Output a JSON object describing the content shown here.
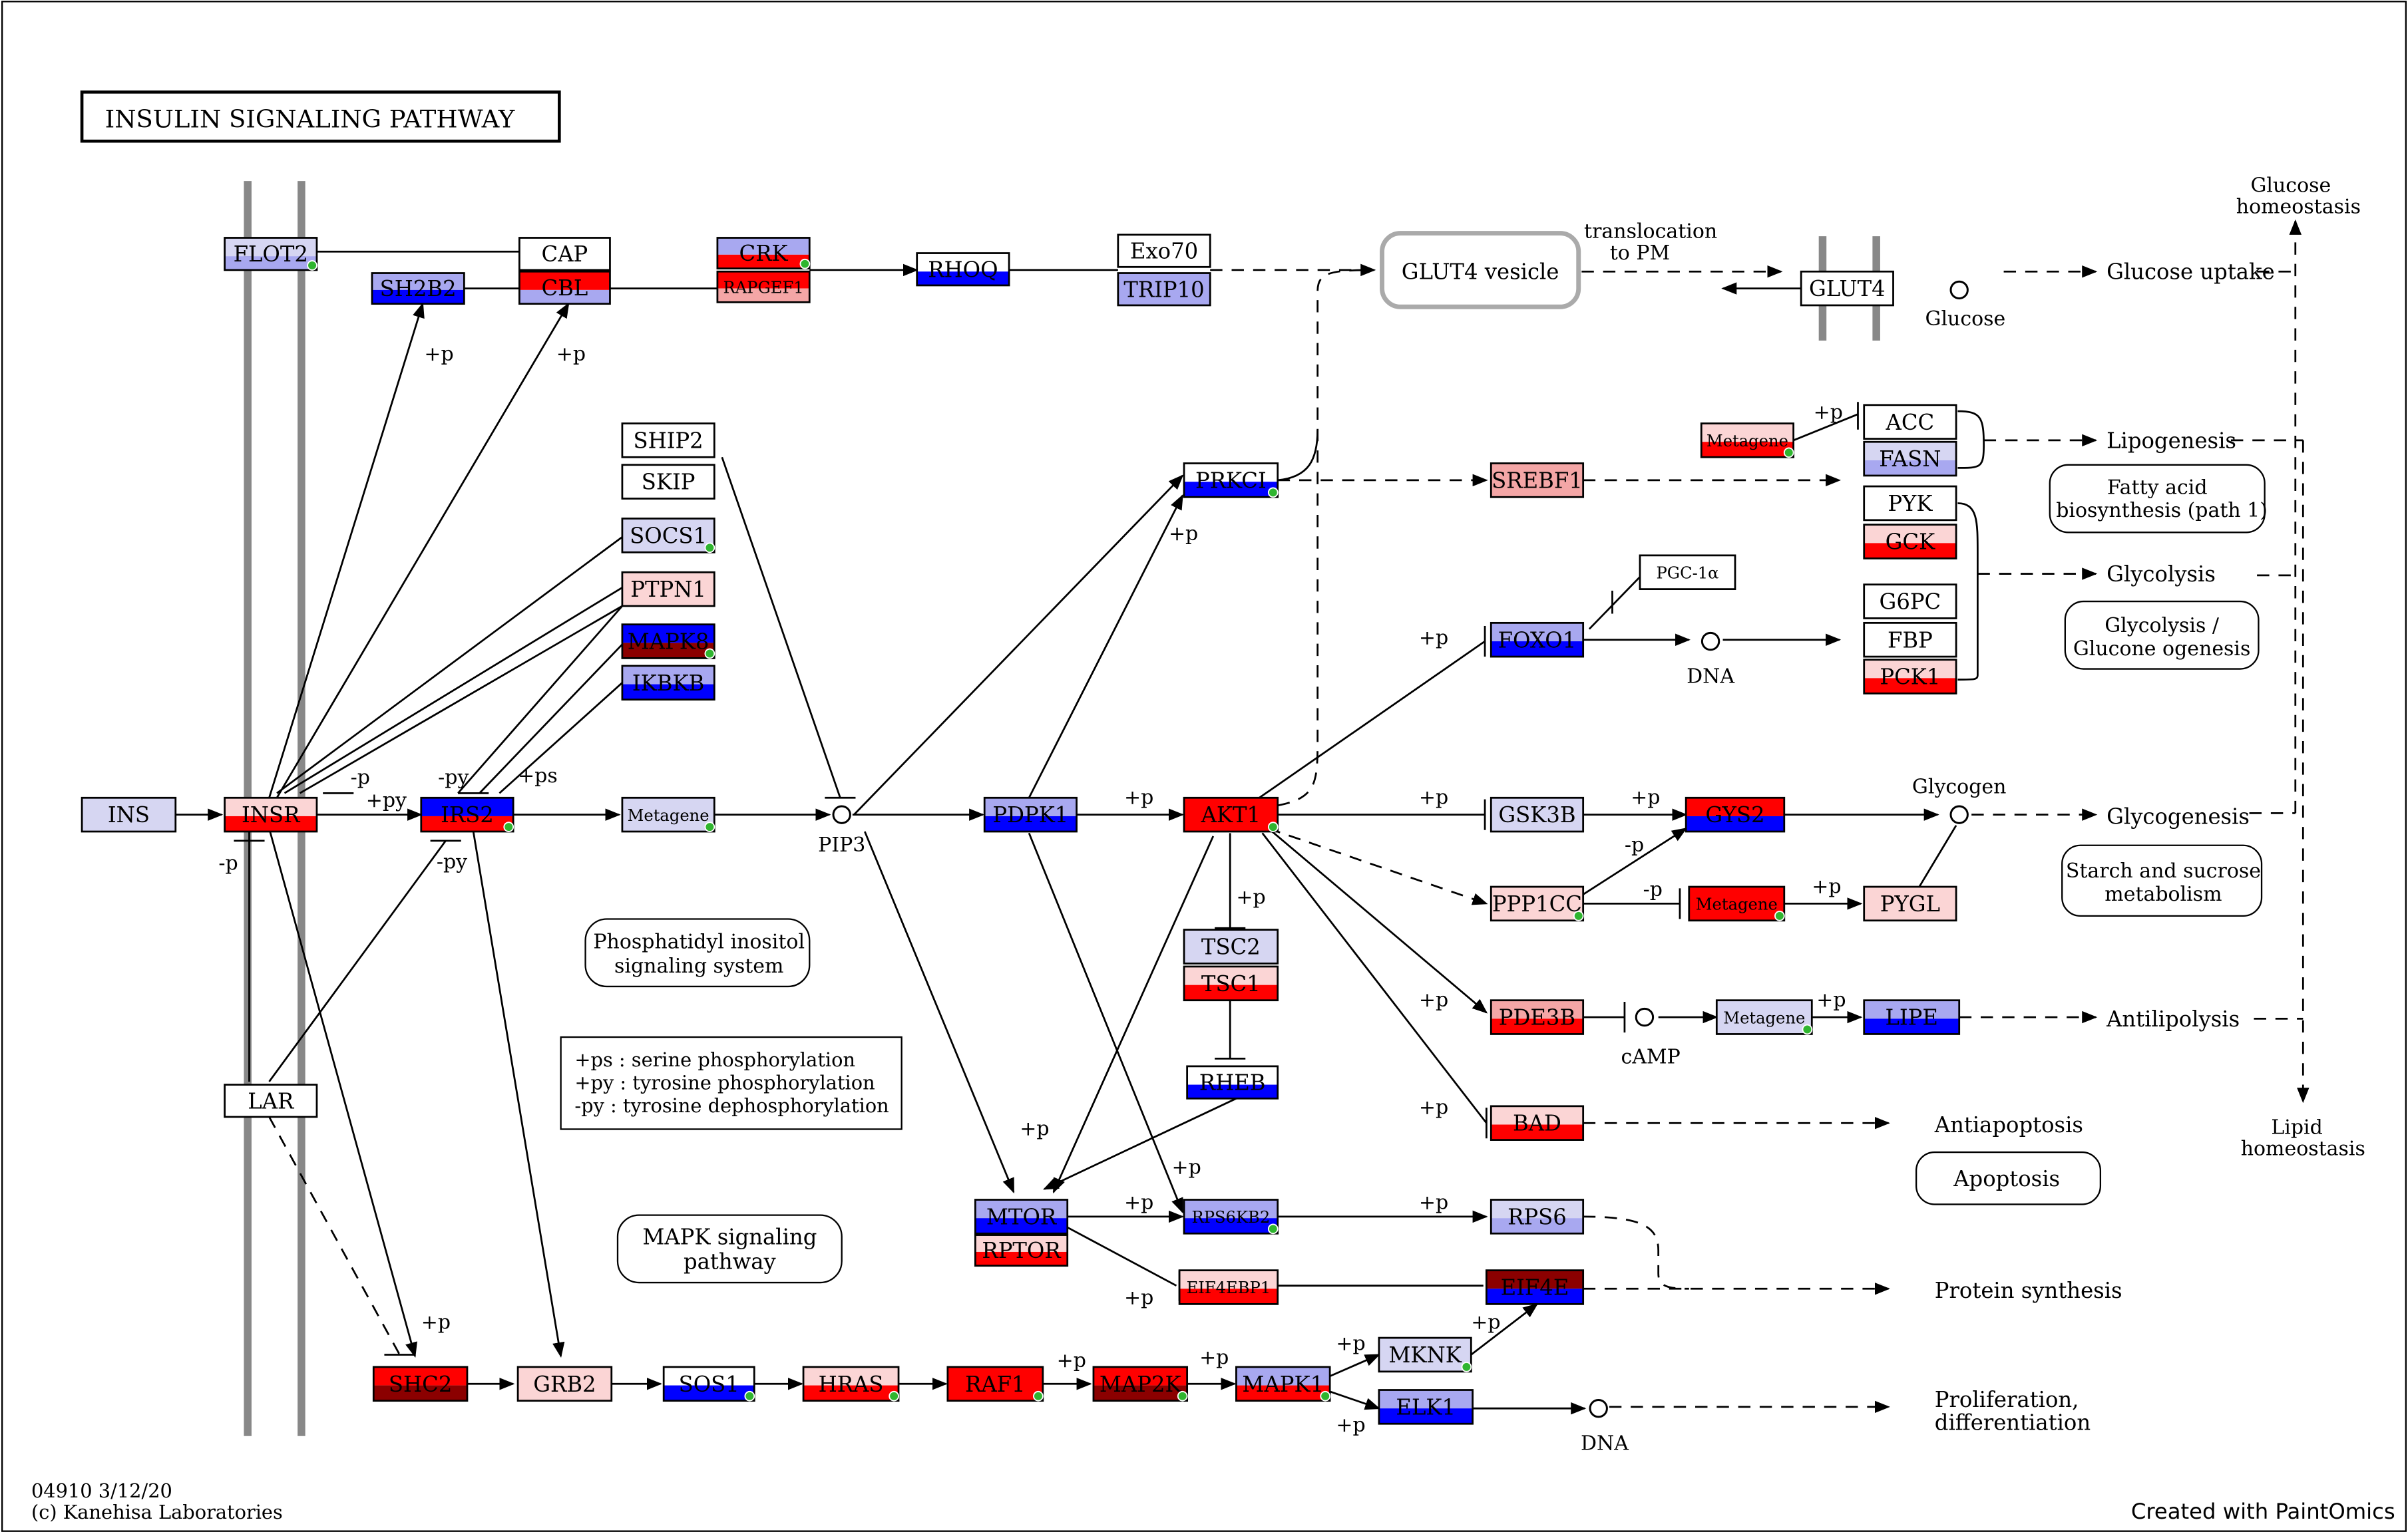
{
  "title": "INSULIN SIGNALING PATHWAY",
  "footer": {
    "id_date": "04910 3/12/20",
    "copyright": "(c) Kanehisa Laboratories",
    "credit": "Created with PaintOmics"
  },
  "legend": [
    "+ps : serine phosphorylation",
    "+py : tyrosine phosphorylation",
    "-py : tyrosine dephosphorylation"
  ],
  "colors": {
    "red": "#ff0000",
    "pink": "#f4a6a6",
    "light_pink": "#fbd5d5",
    "blue": "#0000ff",
    "light_blue": "#a8a8f0",
    "lavender": "#d6d6f2",
    "dark_red": "#8b0000",
    "grey": "#888888"
  },
  "nodes": {
    "flot2": "FLOT2",
    "cap": "CAP",
    "sh2b2": "SH2B2",
    "cbl": "CBL",
    "crk": "CRK",
    "rapgef1": "RAPGEF1",
    "rhoq": "RHOQ",
    "exo70": "Exo70",
    "trip10": "TRIP10",
    "glut4": "GLUT4",
    "ship2": "SHIP2",
    "skip": "SKIP",
    "socs1": "SOCS1",
    "ptpn1": "PTPN1",
    "mapk8": "MAPK8",
    "ikbkb": "IKBKB",
    "ins": "INS",
    "insr": "INSR",
    "irs2": "IRS2",
    "metagene1": "Metagene",
    "pdpk1": "PDPK1",
    "akt1": "AKT1",
    "prkci": "PRKCI",
    "srebf": "SREBF1",
    "metagene2": "Metagene",
    "acc": "ACC",
    "fasn": "FASN",
    "pyk": "PYK",
    "gck": "GCK",
    "pgc1a": "PGC-1α",
    "foxo1": "FOXO1",
    "g6pc": "G6PC",
    "fbp": "FBP",
    "pck1": "PCK1",
    "gsk3b": "GSK3B",
    "gys2": "GYS2",
    "ppp1cc": "PPP1CC",
    "metagene3": "Metagene",
    "pygl": "PYGL",
    "tsc2": "TSC2",
    "tsc1": "TSC1",
    "rheb": "RHEB",
    "pde3b": "PDE3B",
    "metagene4": "Metagene",
    "lipe": "LIPE",
    "bad": "BAD",
    "mtor": "MTOR",
    "rptor": "RPTOR",
    "rps6kb2": "RPS6KB2",
    "rps6": "RPS6",
    "eif4ebp1": "EIF4EBP1",
    "eif4e": "EIF4E",
    "lar": "LAR",
    "shc2": "SHC2",
    "grb2": "GRB2",
    "sos1": "SOS1",
    "hras": "HRAS",
    "raf1": "RAF1",
    "map2k": "MAP2K",
    "mapk1": "MAPK1",
    "mknk": "MKNK",
    "elk1": "ELK1"
  },
  "rounded_boxes": {
    "glut4_vesicle": "GLUT4 vesicle",
    "fatty_acid": [
      "Fatty acid",
      "biosynthesis (path 1)"
    ],
    "glycolysis_box": [
      "Glycolysis /",
      "Glucone ogenesis"
    ],
    "starch": [
      "Starch and sucrose",
      "metabolism"
    ],
    "phosphatidyl": [
      "Phosphatidyl inositol",
      "signaling system"
    ],
    "apoptosis": "Apoptosis",
    "mapk_signaling": [
      "MAPK signaling",
      "pathway"
    ]
  },
  "labels": {
    "translocation": [
      "translocation",
      "to PM"
    ],
    "glucose": "Glucose",
    "glucose_homeostasis": [
      "Glucose",
      "homeostasis"
    ],
    "glucose_uptake": "Glucose uptake",
    "lipogenesis": "Lipogenesis",
    "glycolysis": "Glycolysis",
    "glycogen": "Glycogen",
    "glycogenesis": "Glycogenesis",
    "antilipolysis": "Antilipolysis",
    "lipid_homeostasis": [
      "Lipid",
      "homeostasis"
    ],
    "antiapoptosis": "Antiapoptosis",
    "protein_synthesis": "Protein synthesis",
    "proliferation": [
      "Proliferation,",
      "differentiation"
    ],
    "dna": "DNA",
    "camp": "cAMP",
    "pip3": "PIP3"
  },
  "edge_labels": {
    "plus_p": "+p",
    "minus_p": "-p",
    "plus_py": "+py",
    "minus_py": "-py",
    "plus_ps": "+ps"
  }
}
